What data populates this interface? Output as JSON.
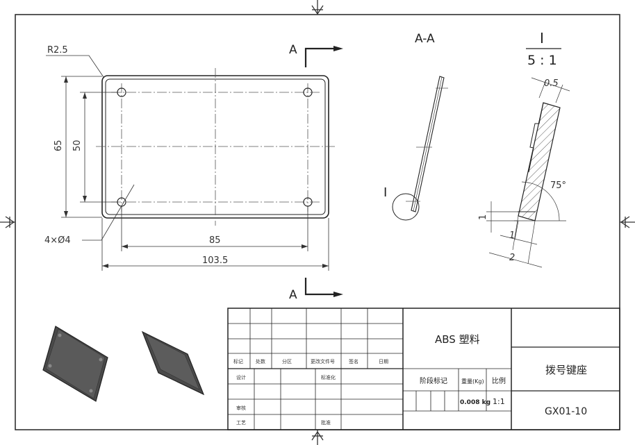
{
  "drawing": {
    "section_marks": {
      "top_letter": "A",
      "bottom_letter": "A",
      "view_title": "A-A"
    },
    "detail": {
      "roman": "I",
      "scale": "5 : 1",
      "callout": "I"
    },
    "dims": {
      "radius": "R2.5",
      "height": "65",
      "inner_height": "50",
      "holes": "4×Ø4",
      "hole_spacing": "85",
      "width": "103.5",
      "thickness": "0.5",
      "angle": "75°",
      "step1": "1",
      "step2": "1",
      "step3": "2"
    }
  },
  "title_block": {
    "col_labels": {
      "mark": "标记",
      "count": "处数",
      "zone": "分区",
      "change_doc": "更改文件号",
      "sign": "签名",
      "date": "日期"
    },
    "row_labels": {
      "design": "设计",
      "standard": "标准化",
      "review": "审核",
      "process": "工艺",
      "approve": "批准"
    },
    "material": "ABS 塑料",
    "stage_label": "阶段标记",
    "weight_label": "重量(Kg)",
    "scale_label": "比例",
    "weight_value": "0.008 kg",
    "scale_value": "1:1",
    "part_name": "拨号键座",
    "drawing_no": "GX01-10"
  }
}
